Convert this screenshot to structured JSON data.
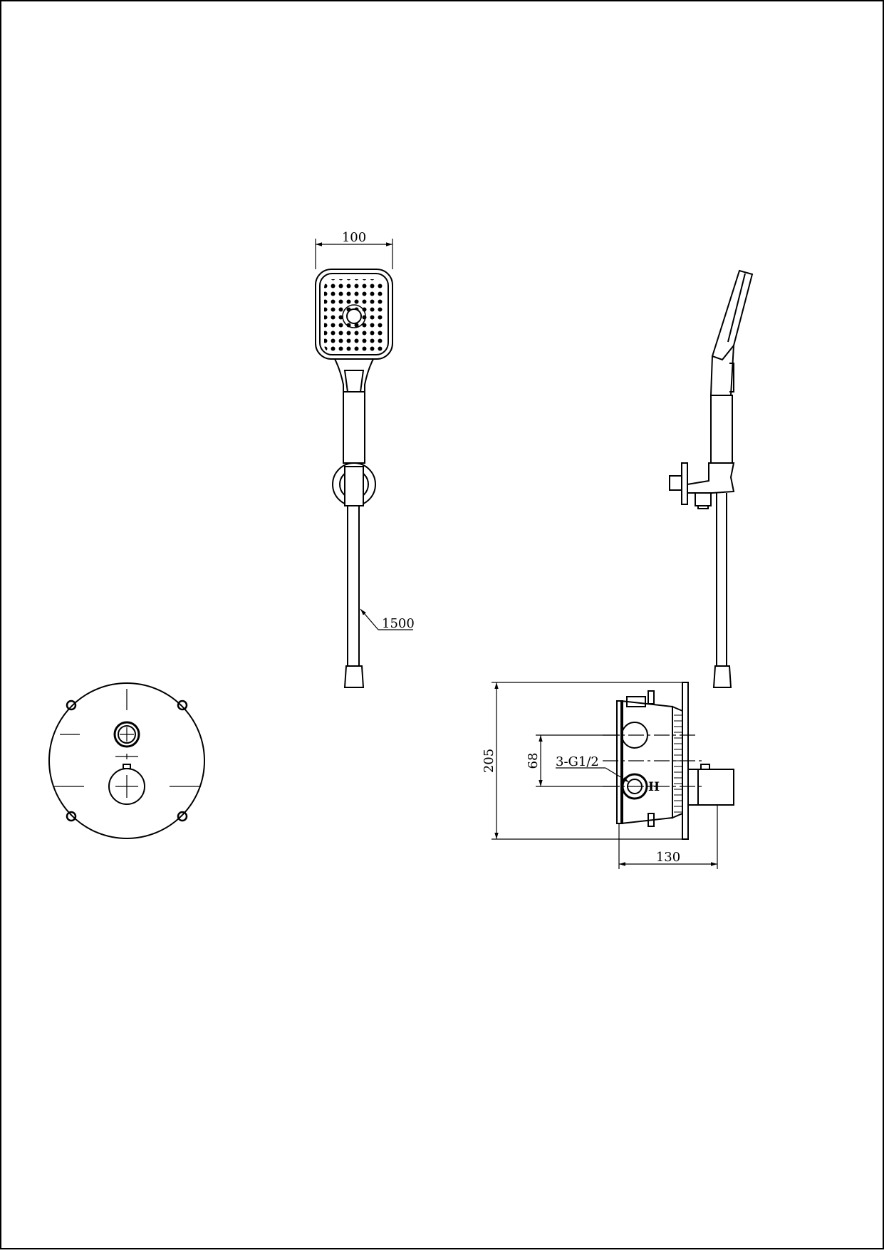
{
  "drawing": {
    "title": "",
    "line_color": "#000000",
    "background": "#ffffff"
  },
  "dimensions": {
    "head_width": "100",
    "hose_length": "1500",
    "valve_height": "205",
    "inlet_spacing": "68",
    "thread_spec": "3-G1/2",
    "valve_depth": "130",
    "hot_mark": "H"
  },
  "views": [
    {
      "name": "hand-shower-front-view"
    },
    {
      "name": "hand-shower-side-view"
    },
    {
      "name": "trim-plate-front-view"
    },
    {
      "name": "valve-body-side-section"
    }
  ]
}
